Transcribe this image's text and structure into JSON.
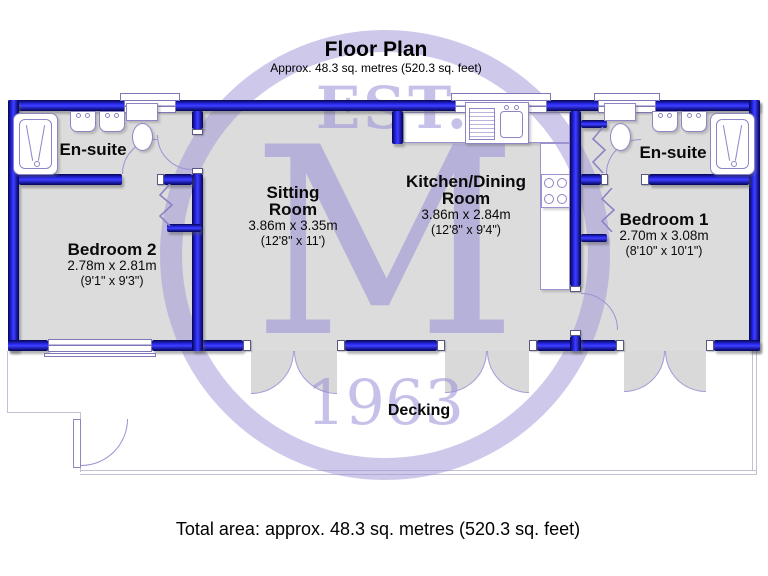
{
  "title": {
    "heading": "Floor Plan",
    "subtitle": "Approx. 48.3 sq. metres (520.3 sq. feet)"
  },
  "footer": {
    "total_area": "Total area: approx. 48.3 sq. metres (520.3 sq. feet)"
  },
  "watermark": {
    "est": "EST.",
    "monogram": "M",
    "year": "1963"
  },
  "rooms": {
    "ensuite_left": {
      "name": "En-suite"
    },
    "bedroom2": {
      "name": "Bedroom 2",
      "metric": "2.78m x 2.81m",
      "imperial": "(9'1\" x 9'3\")"
    },
    "sitting": {
      "name": "Sitting Room",
      "metric": "3.86m x 3.35m",
      "imperial": "(12'8\" x 11')"
    },
    "kitchen": {
      "name": "Kitchen/Dining Room",
      "metric": "3.86m x 2.84m",
      "imperial": "(12'8\" x 9'4\")"
    },
    "ensuite_right": {
      "name": "En-suite"
    },
    "bedroom1": {
      "name": "Bedroom 1",
      "metric": "2.70m x 3.08m",
      "imperial": "(8'10\" x 10'1\")"
    },
    "decking": {
      "name": "Decking"
    }
  },
  "colors": {
    "wall_blue": "#2a2af5",
    "floor_gray": "#dcdcdc",
    "watermark_lavender": "#9b91d8",
    "fixture_outline": "#8d86c6"
  }
}
